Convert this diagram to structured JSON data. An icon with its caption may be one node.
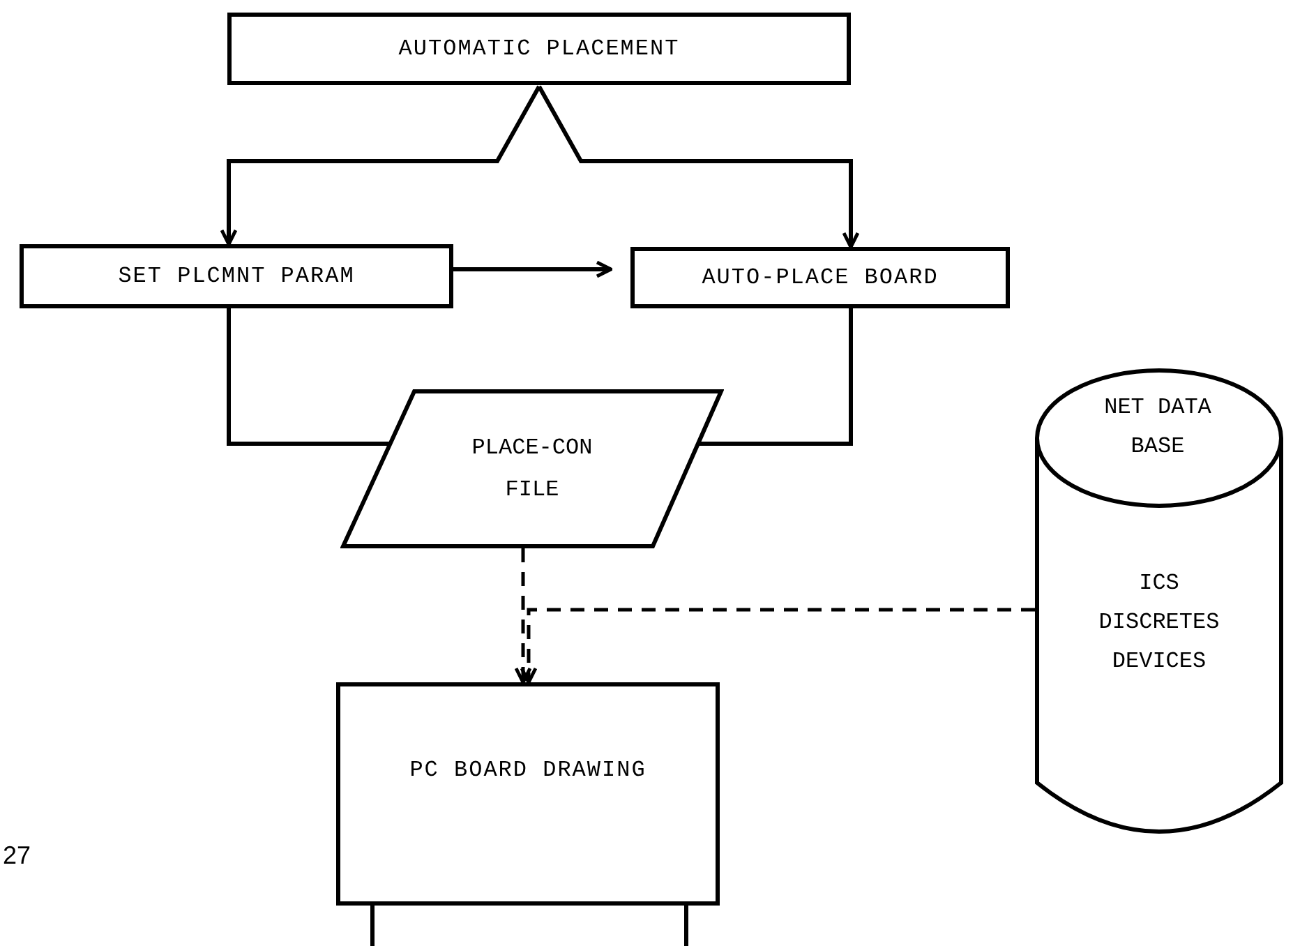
{
  "diagram": {
    "nodes": [
      {
        "text": [
          "AUTOMATIC PLACEMENT"
        ]
      },
      {
        "text": [
          "SET PLCMNT PARAM"
        ]
      },
      {
        "text": [
          "AUTO-PLACE BOARD"
        ]
      },
      {
        "text": [
          "PLACE-CON FILE"
        ]
      },
      {
        "text": [
          "NET DATA BASE",
          "ICS DISCRETES DEVICES"
        ]
      },
      {
        "text": [
          "PC BOARD DRAWING"
        ]
      }
    ],
    "edges": [
      {
        "from": 0,
        "to": 1,
        "arrow": "to"
      },
      {
        "from": 0,
        "to": 2,
        "arrow": "to"
      },
      {
        "from": 1,
        "to": 2,
        "arrow": "to"
      },
      {
        "from": 1,
        "to": 3,
        "arrow": "none"
      },
      {
        "from": 2,
        "to": 3,
        "arrow": "none"
      },
      {
        "from": 3,
        "to": 5,
        "arrow": "to",
        "style": "dashed"
      },
      {
        "from": 4,
        "to": 5,
        "arrow": "to",
        "style": "dashed"
      }
    ],
    "labels": [
      "27"
    ]
  }
}
